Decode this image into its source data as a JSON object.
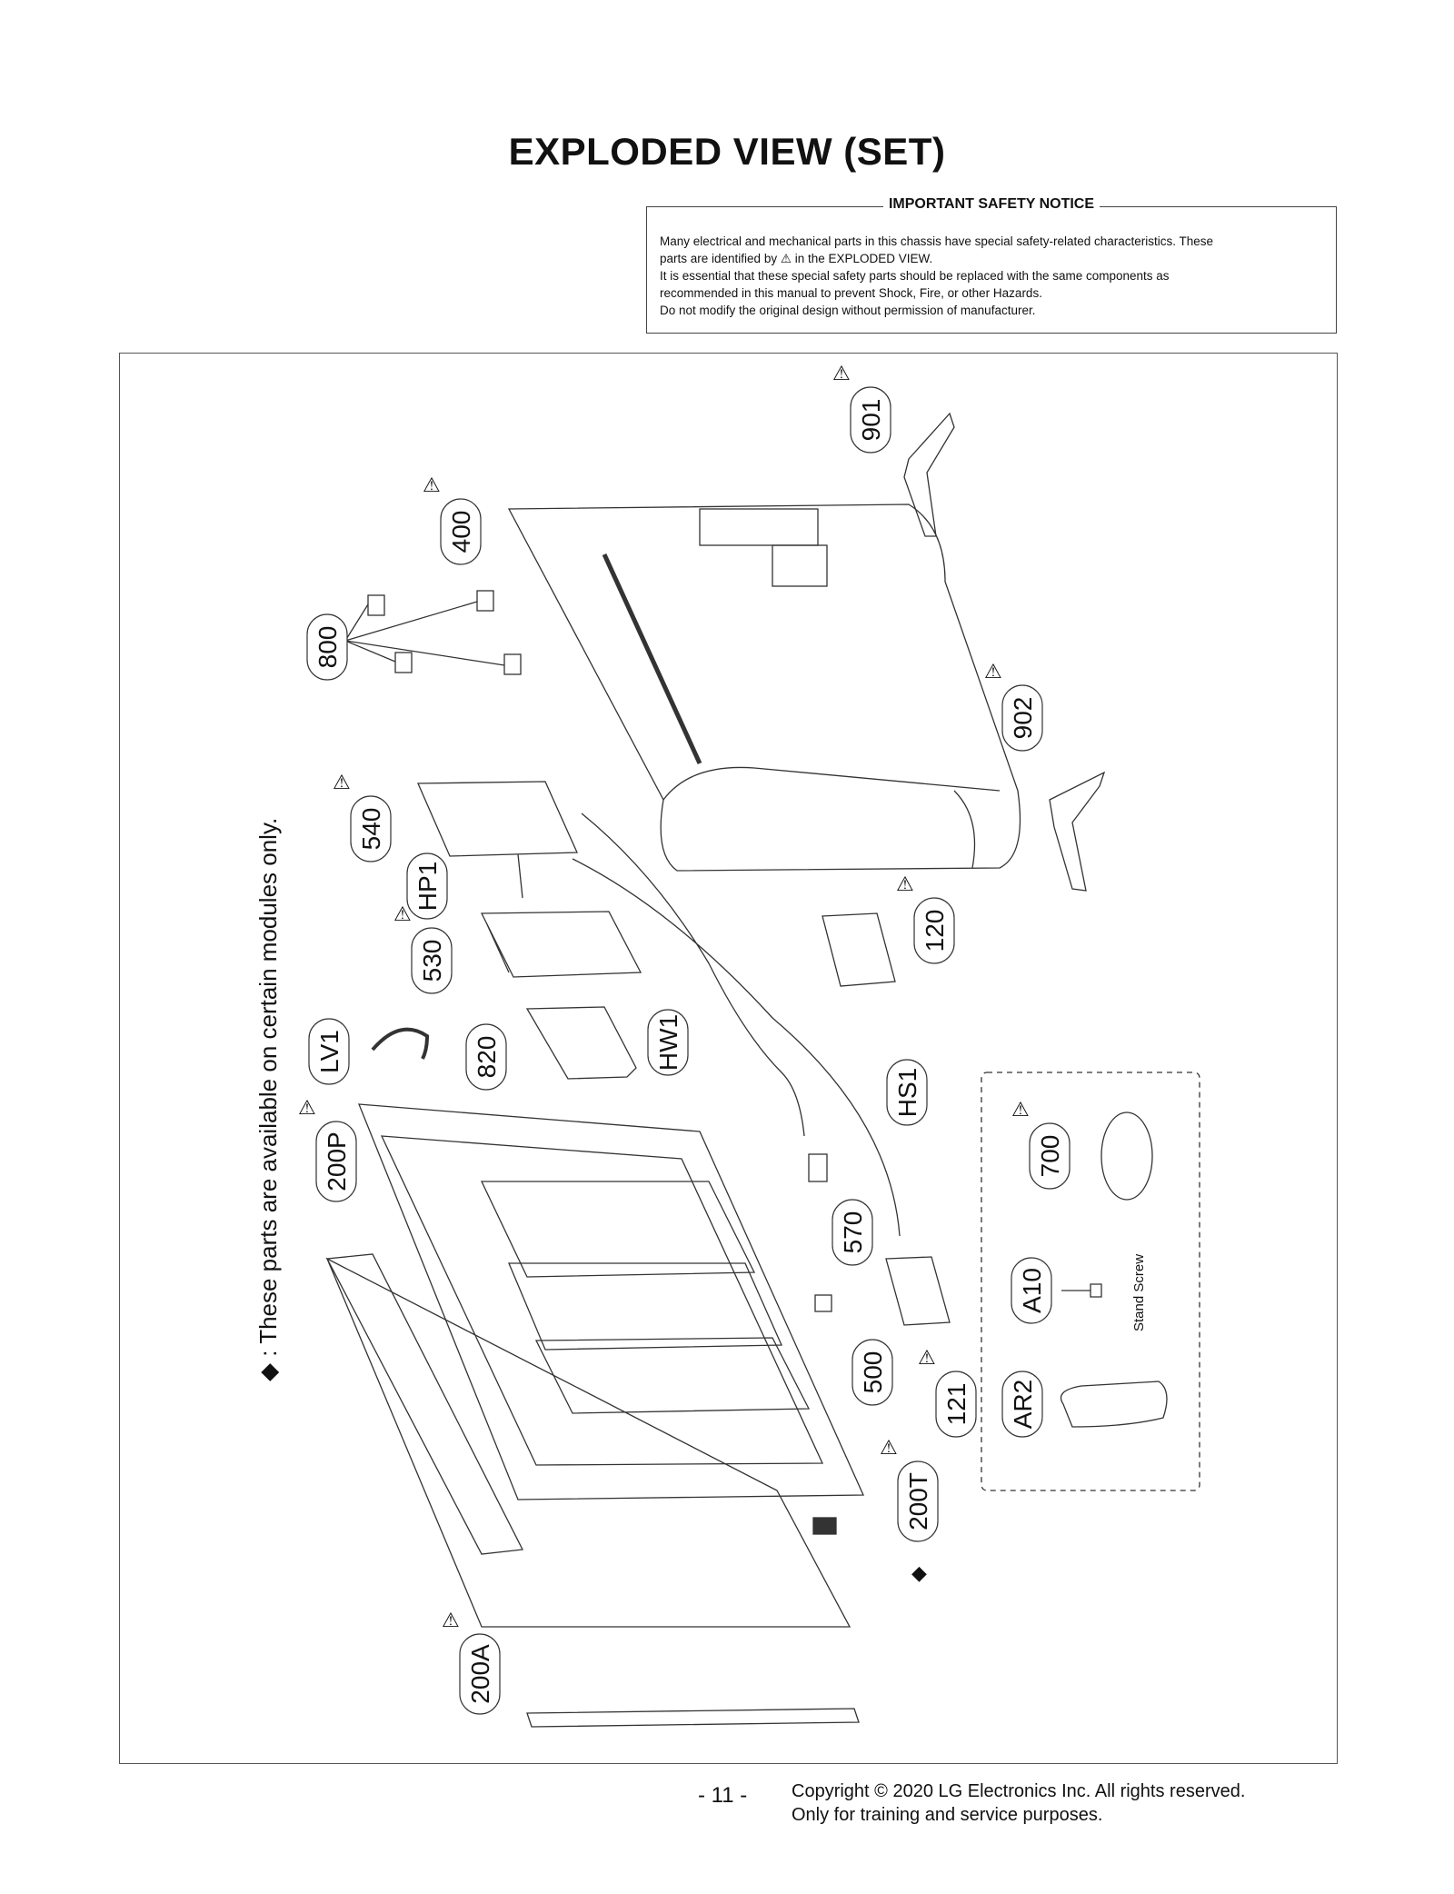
{
  "page": {
    "title": "EXPLODED VIEW (SET)",
    "page_number": "- 11 -",
    "copyright_line1": "Copyright © 2020 LG Electronics Inc. All rights reserved.",
    "copyright_line2": "Only for training and service purposes."
  },
  "safety_notice": {
    "heading": "IMPORTANT SAFETY NOTICE",
    "line1": "Many electrical and mechanical parts in this chassis have special safety-related characteristics. These",
    "line2a": "parts are identified by",
    "line2b": "in the EXPLODED VIEW.",
    "line3": "It is essential that these special safety parts should be replaced with the same components as",
    "line4": "recommended in this manual to prevent Shock, Fire, or other Hazards.",
    "line5": "Do not modify the original design without permission of manufacturer."
  },
  "side_note": "◆ : These parts are available on certain modules only.",
  "accessory_label": "Stand Screw",
  "parts": [
    {
      "id": "901",
      "safety": true
    },
    {
      "id": "400",
      "safety": true
    },
    {
      "id": "800",
      "safety": false
    },
    {
      "id": "902",
      "safety": true
    },
    {
      "id": "540",
      "safety": true
    },
    {
      "id": "HP1",
      "safety": false
    },
    {
      "id": "530",
      "safety": true
    },
    {
      "id": "120",
      "safety": true
    },
    {
      "id": "LV1",
      "safety": false
    },
    {
      "id": "820",
      "safety": false
    },
    {
      "id": "HW1",
      "safety": false
    },
    {
      "id": "HS1",
      "safety": false
    },
    {
      "id": "200P",
      "safety": true
    },
    {
      "id": "700",
      "safety": true
    },
    {
      "id": "570",
      "safety": false
    },
    {
      "id": "A10",
      "safety": false
    },
    {
      "id": "500",
      "safety": false
    },
    {
      "id": "121",
      "safety": true
    },
    {
      "id": "AR2",
      "safety": false
    },
    {
      "id": "200T",
      "safety": true
    },
    {
      "id": "200A",
      "safety": true
    }
  ]
}
